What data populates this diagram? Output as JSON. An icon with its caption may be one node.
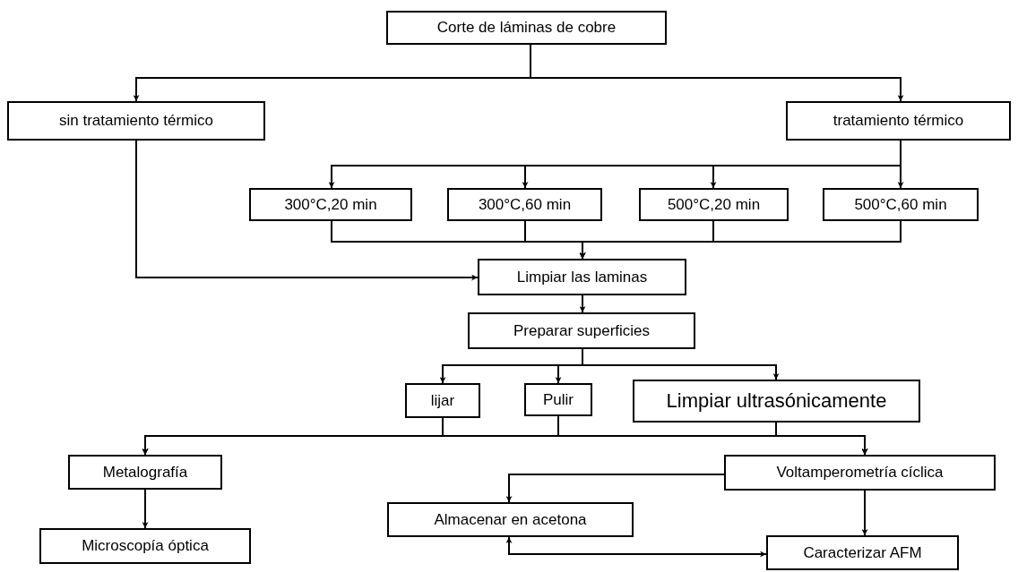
{
  "diagram": {
    "nodes": [
      {
        "text": [
          "Corte de láminas de cobre"
        ]
      },
      {
        "text": [
          "sin tratamiento térmico"
        ]
      },
      {
        "text": [
          "tratamiento térmico"
        ]
      },
      {
        "text": [
          "300°C,20 min"
        ]
      },
      {
        "text": [
          "300°C,60 min"
        ]
      },
      {
        "text": [
          "500°C,20 min"
        ]
      },
      {
        "text": [
          "500°C,60 min"
        ]
      },
      {
        "text": [
          "Limpiar las laminas"
        ]
      },
      {
        "text": [
          "Preparar superficies"
        ]
      },
      {
        "text": [
          "lijar"
        ]
      },
      {
        "text": [
          "Pulir"
        ]
      },
      {
        "text": [
          "Limpiar ultrasónicamente"
        ]
      },
      {
        "text": [
          "Metalografía"
        ]
      },
      {
        "text": [
          "Microscopía óptica"
        ]
      },
      {
        "text": [
          "Voltamperometría cíclica"
        ]
      },
      {
        "text": [
          "Almacenar en acetona"
        ]
      },
      {
        "text": [
          "Caracterizar AFM"
        ]
      }
    ],
    "edges": [
      {
        "from": 0,
        "to": 1,
        "arrow": "to"
      },
      {
        "from": 0,
        "to": 2,
        "arrow": "to"
      },
      {
        "from": 2,
        "to": 3,
        "arrow": "to"
      },
      {
        "from": 2,
        "to": 4,
        "arrow": "to"
      },
      {
        "from": 2,
        "to": 5,
        "arrow": "to"
      },
      {
        "from": 2,
        "to": 6,
        "arrow": "to"
      },
      {
        "from": 3,
        "to": 7,
        "arrow": "to"
      },
      {
        "from": 4,
        "to": 7,
        "arrow": "to"
      },
      {
        "from": 5,
        "to": 7,
        "arrow": "to"
      },
      {
        "from": 6,
        "to": 7,
        "arrow": "to"
      },
      {
        "from": 1,
        "to": 7,
        "arrow": "to"
      },
      {
        "from": 7,
        "to": 8,
        "arrow": "to"
      },
      {
        "from": 8,
        "to": 9,
        "arrow": "to"
      },
      {
        "from": 8,
        "to": 10,
        "arrow": "to"
      },
      {
        "from": 8,
        "to": 11,
        "arrow": "to"
      },
      {
        "from": 9,
        "to": 12,
        "arrow": "to"
      },
      {
        "from": 10,
        "to": 12,
        "arrow": "to"
      },
      {
        "from": 11,
        "to": 12,
        "arrow": "to"
      },
      {
        "from": 9,
        "to": 14,
        "arrow": "to"
      },
      {
        "from": 10,
        "to": 14,
        "arrow": "to"
      },
      {
        "from": 11,
        "to": 14,
        "arrow": "to"
      },
      {
        "from": 12,
        "to": 13,
        "arrow": "to"
      },
      {
        "from": 14,
        "to": 15,
        "arrow": "to"
      },
      {
        "from": 14,
        "to": 16,
        "arrow": "to"
      },
      {
        "from": 15,
        "to": 16,
        "arrow": "both"
      }
    ]
  }
}
